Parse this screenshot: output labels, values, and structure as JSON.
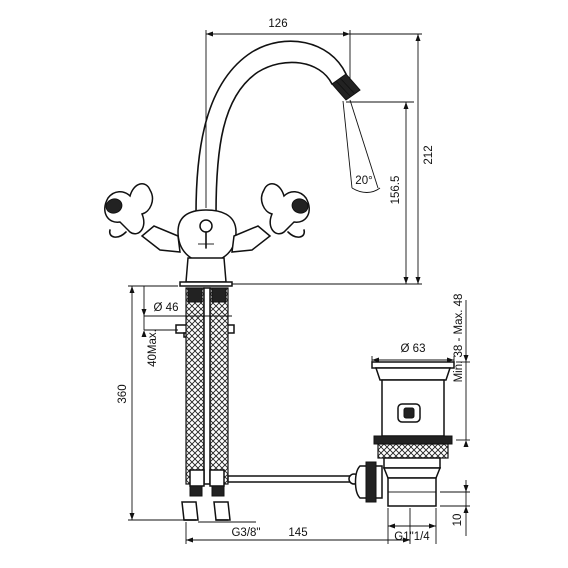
{
  "dimensions": {
    "spout_reach": "126",
    "total_height": "212",
    "spout_height": "156.5",
    "spout_angle": "20°",
    "hose_diameter": "Ø 46",
    "deck_thickness": "40Max.",
    "hose_length": "360",
    "connection_thread": "G3/8\"",
    "waste_distance": "145",
    "waste_diameter": "Ø 63",
    "waste_range": "Min. 38 - Max. 48",
    "waste_thread": "G1\"1/4",
    "waste_tail": "10"
  }
}
